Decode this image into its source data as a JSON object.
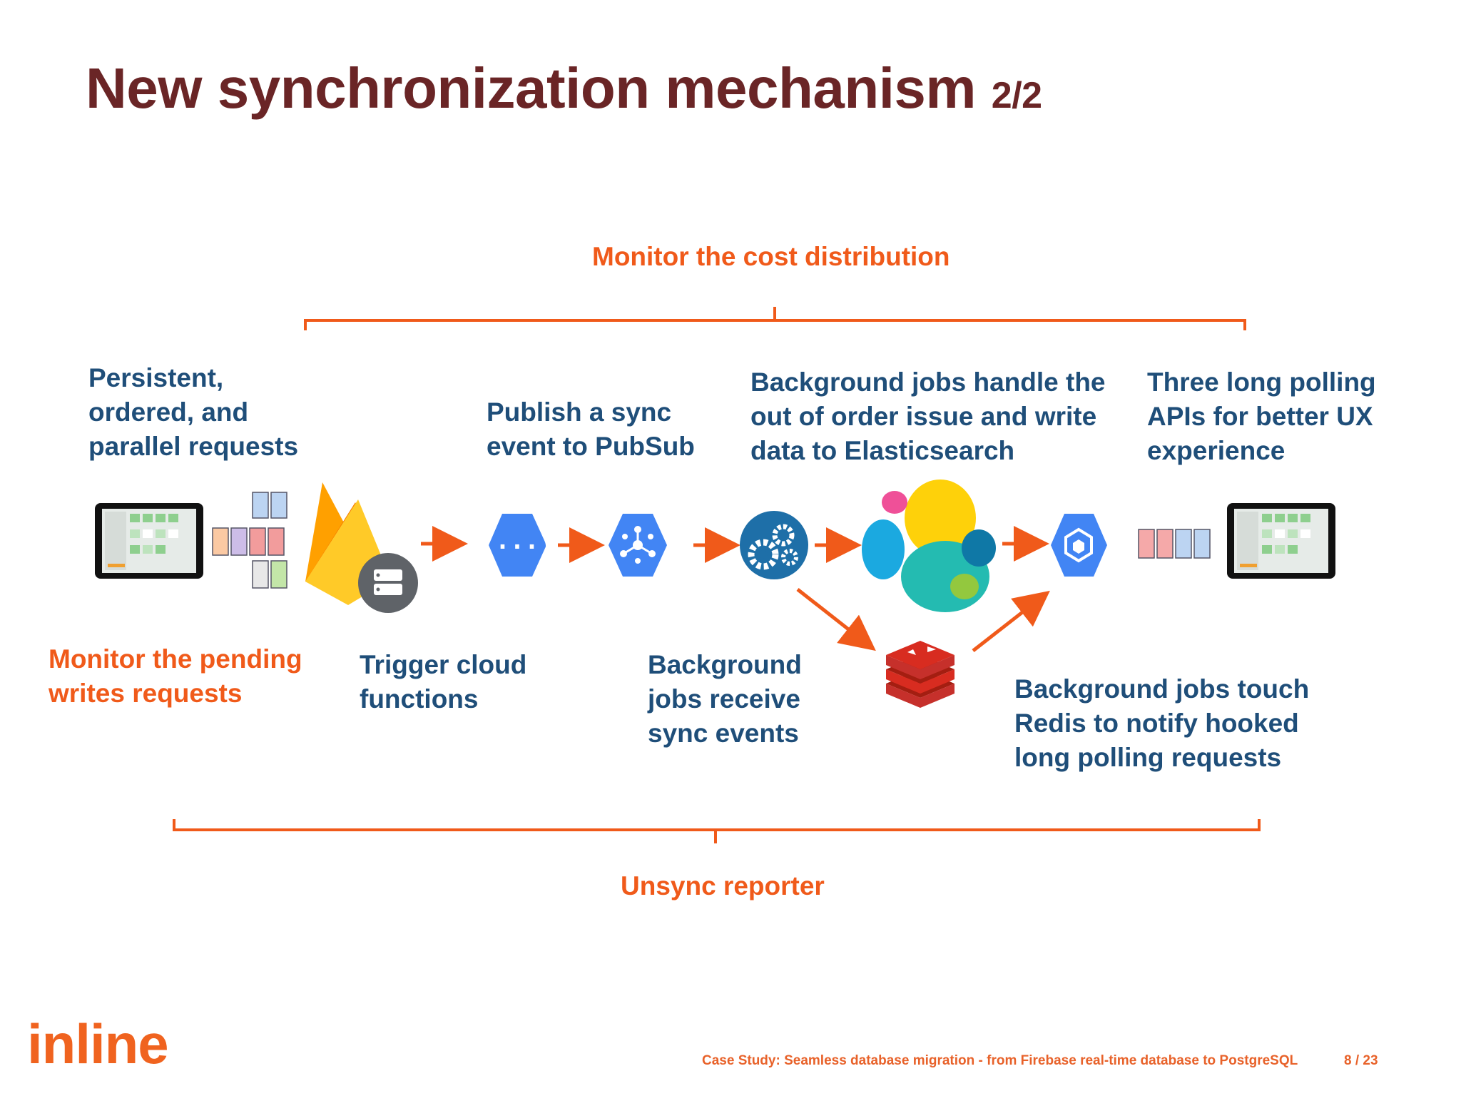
{
  "title": {
    "main": "New synchronization mechanism",
    "sub": "2/2"
  },
  "labels": {
    "monitor_cost": "Monitor the cost distribution",
    "persistent": [
      "Persistent,",
      "ordered, and",
      "parallel requests"
    ],
    "publish": [
      "Publish a sync",
      "event to PubSub"
    ],
    "bg_handle": [
      "Background jobs handle the",
      "out of order issue and write",
      "data to Elasticsearch"
    ],
    "long_polling": [
      "Three long polling",
      "APIs for better UX",
      "experience"
    ],
    "monitor_pending": [
      "Monitor the pending",
      "writes requests"
    ],
    "trigger": [
      "Trigger cloud",
      "functions"
    ],
    "bg_receive": [
      "Background",
      "jobs receive",
      "sync events"
    ],
    "bg_touch": [
      "Background jobs touch",
      "Redis to notify hooked",
      "long polling requests"
    ],
    "unsync": "Unsync reporter"
  },
  "footer": {
    "logo": "inline",
    "caption": "Case Study: Seamless database migration - from Firebase real-time database to PostgreSQL",
    "page": "8  / 23"
  },
  "icons": {
    "firebase": "firebase-icon",
    "cloud_functions": "cloud-functions-icon",
    "pubsub": "pubsub-icon",
    "background_jobs": "gears-icon",
    "elasticsearch": "elasticsearch-icon",
    "app_engine": "app-engine-icon",
    "redis": "redis-icon",
    "tablet": "tablet-icon"
  },
  "colors": {
    "title": "#6a2526",
    "accent": "#f05a1a",
    "text": "#1f4e79",
    "gcp_blue": "#4285f4"
  }
}
